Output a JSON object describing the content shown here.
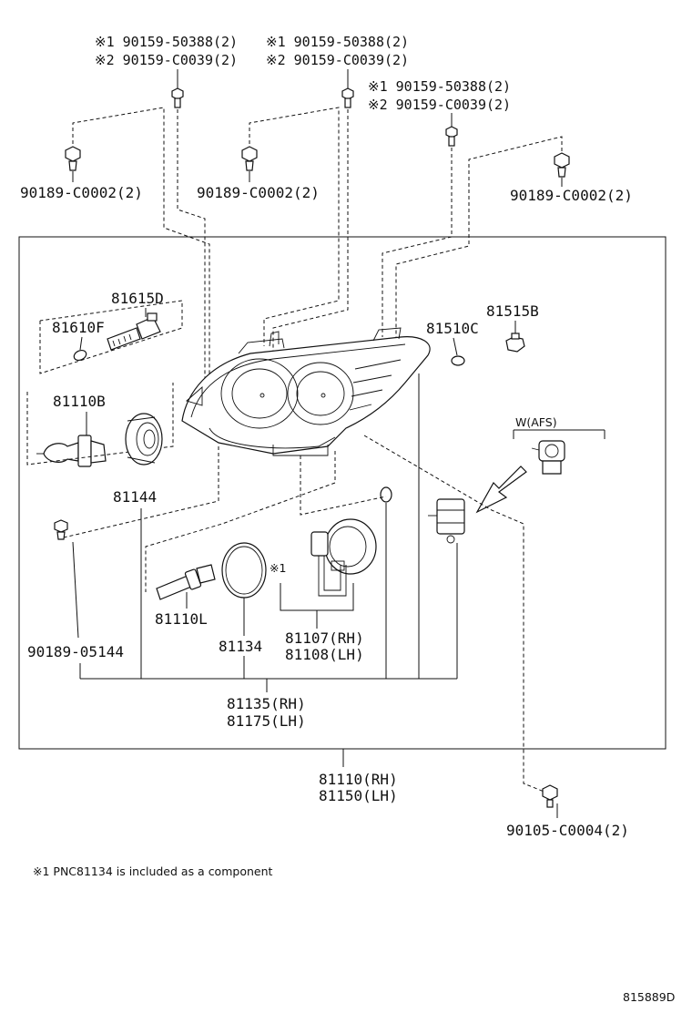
{
  "labels": {
    "bolt_left_1": "※1 90159-50388(2)",
    "bolt_left_2": "※2 90159-C0039(2)",
    "bolt_mid_1": "※1 90159-50388(2)",
    "bolt_mid_2": "※2 90159-C0039(2)",
    "bolt_right_1": "※1 90159-50388(2)",
    "bolt_right_2": "※2 90159-C0039(2)",
    "clip_left": "90189-C0002(2)",
    "clip_mid": "90189-C0002(2)",
    "clip_right": "90189-C0002(2)",
    "p81615D": "81615D",
    "p81610F": "81610F",
    "p81515B": "81515B",
    "p81510C": "81510C",
    "p81110B": "81110B",
    "p81144": "81144",
    "w_afs": "W(AFS)",
    "mark_1": "※1",
    "p81110L": "81110L",
    "p81134": "81134",
    "p81107": "81107(RH)",
    "p81108": "81108(LH)",
    "clip_90189_05144": "90189-05144",
    "p81135": "81135(RH)",
    "p81175": "81175(LH)",
    "p81110": "81110(RH)",
    "p81150": "81150(LH)",
    "screw_90105": "90105-C0004(2)",
    "footnote": "※1  PNC81134 is included as a component",
    "diagram_id": "815889D"
  }
}
